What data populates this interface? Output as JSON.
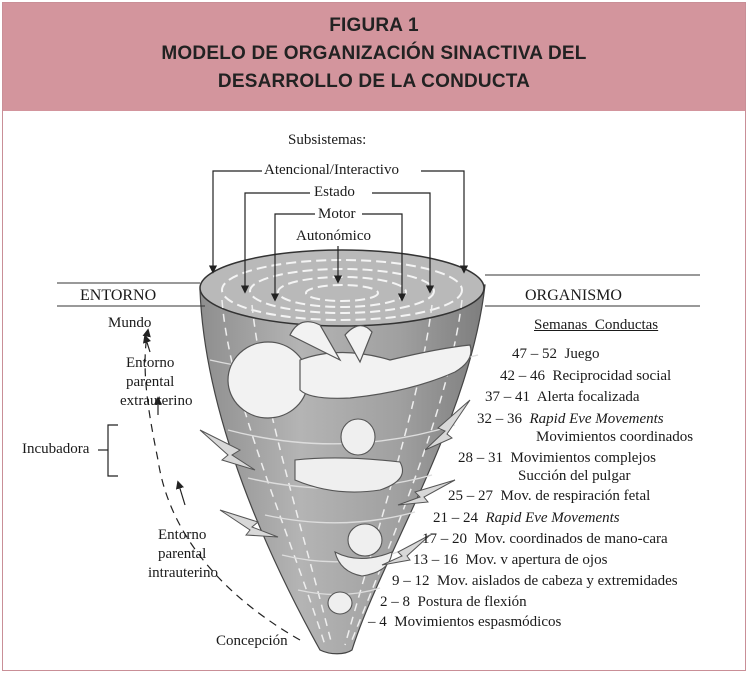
{
  "figure": {
    "number": "FIGURA 1",
    "title_line1": "MODELO DE ORGANIZACIÓN SINACTIVA DEL",
    "title_line2": "DESARROLLO DE LA CONDUCTA"
  },
  "subsystems": {
    "header": "Subsistemas:",
    "attentional": "Atencional/Interactivo",
    "state": "Estado",
    "motor": "Motor",
    "autonomic": "Autonómico"
  },
  "environment": {
    "label": "ENTORNO",
    "world": "Mundo",
    "extrauterine_1": "Entorno",
    "extrauterine_2": "parental",
    "extrauterine_3": "extrauterino",
    "incubator": "Incubadora",
    "intrauterine_1": "Entorno",
    "intrauterine_2": "parental",
    "intrauterine_3": "intrauterino",
    "conception": "Concepción"
  },
  "organism": {
    "label": "ORGANISMO",
    "columns": "Semanas  Conductas",
    "stages": [
      {
        "weeks": "47 – 52",
        "behavior": "Juego"
      },
      {
        "weeks": "42 – 46",
        "behavior": "Reciprocidad social"
      },
      {
        "weeks": "37 – 41",
        "behavior": "Alerta focalizada"
      },
      {
        "weeks": "32 – 36",
        "behavior": "Rapid Eve Movements",
        "behavior2": "Movimientos coordinados"
      },
      {
        "weeks": "28 – 31",
        "behavior": "Movimientos complejos",
        "behavior2": "Succión del pulgar"
      },
      {
        "weeks": "25 – 27",
        "behavior": "Mov. de respiración fetal"
      },
      {
        "weeks": "21 – 24",
        "behavior": "Rapid Eve Movements"
      },
      {
        "weeks": "17 – 20",
        "behavior": "Mov. coordinados de mano-cara"
      },
      {
        "weeks": "13 – 16",
        "behavior": "Mov. v apertura de ojos"
      },
      {
        "weeks": "9 – 12",
        "behavior": "Mov. aislados de cabeza y extremidades"
      },
      {
        "weeks": "2 – 8",
        "behavior": "Postura de flexión"
      },
      {
        "weeks": "– 4",
        "behavior": "Movimientos espasmódicos"
      }
    ]
  },
  "colors": {
    "header_bg": "#d3959d",
    "cone_fill": "#a3a3a3",
    "cone_light": "#c9c9c9"
  }
}
